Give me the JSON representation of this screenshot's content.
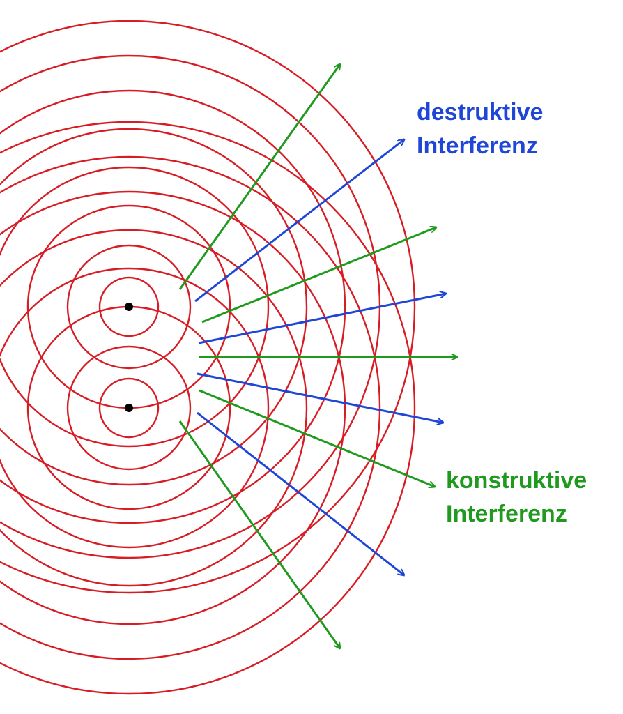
{
  "labels": {
    "destructive_line1": "destruktive",
    "destructive_line2": "Interferenz",
    "constructive_line1": "konstruktive",
    "constructive_line2": "Interferenz"
  },
  "colors": {
    "wave": "#d81c24",
    "constructive": "#1f9a1f",
    "destructive": "#1f46d6",
    "source": "#000000",
    "background": "#ffffff"
  },
  "sources": [
    "upper-source",
    "lower-source"
  ]
}
